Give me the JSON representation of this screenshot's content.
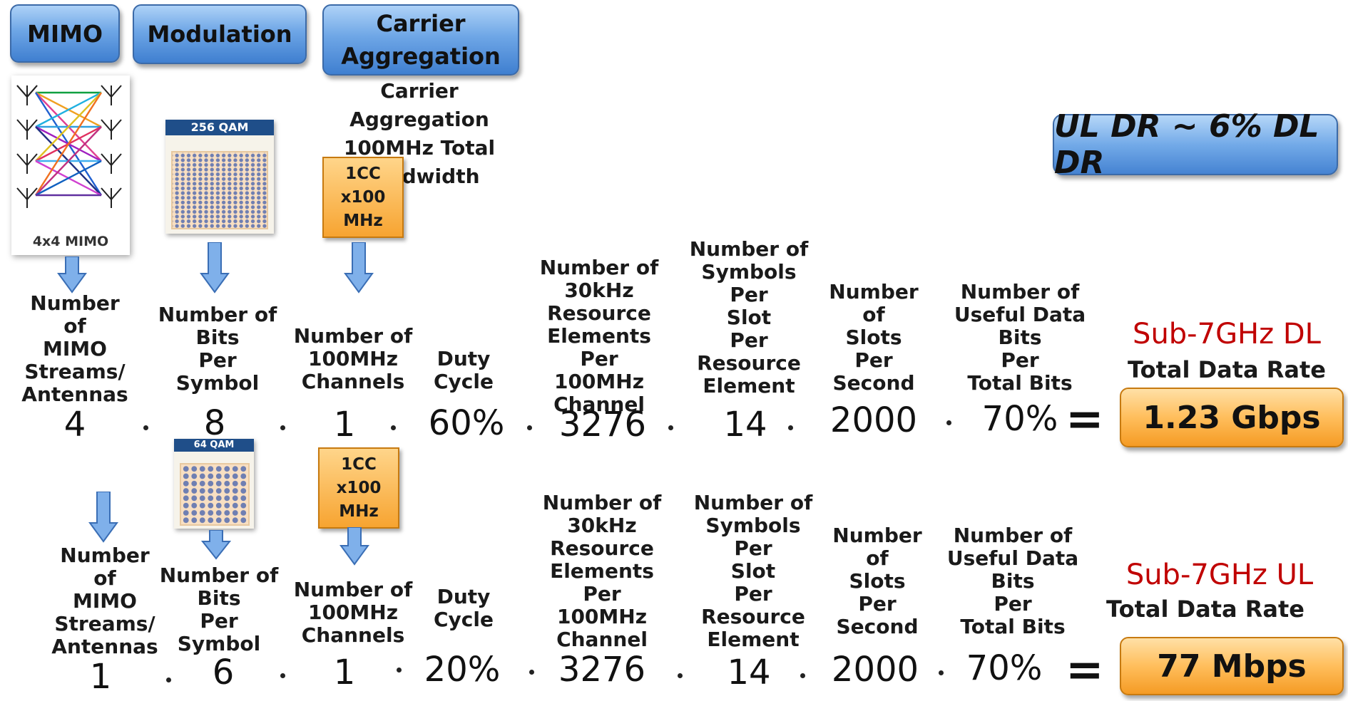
{
  "tabs": {
    "mimo": "MIMO",
    "modulation": "Modulation",
    "ca_line1": "Carrier",
    "ca_line2": "Aggregation"
  },
  "mimo_image": {
    "caption": "4x4 MIMO"
  },
  "ca_text": "Carrier Aggregation\n100MHz Total\nBandwidth",
  "ul_note": "UL DR ~ 6% DL DR",
  "dl": {
    "qam_label": "256 QAM",
    "cc_box": "1CC\nx100\nMHz",
    "labels": {
      "mimo": "Number\nof\nMIMO\nStreams/\nAntennas",
      "bits": "Number of\nBits\nPer\nSymbol",
      "channels": "Number of\n100MHz\nChannels",
      "duty": "Duty\nCycle",
      "re": "Number of\n30kHz\nResource\nElements\nPer\n100MHz Channel",
      "symbols": "Number of\nSymbols\nPer\nSlot\nPer\nResource\nElement",
      "slots": "Number\nof\nSlots\nPer\nSecond",
      "useful": "Number of\nUseful Data\nBits\nPer\nTotal Bits"
    },
    "values": {
      "mimo": "4",
      "bits": "8",
      "channels": "1",
      "duty": "60%",
      "re": "3276",
      "symbols": "14",
      "slots": "2000",
      "useful": "70%"
    },
    "equals": "=",
    "title": "Sub-7GHz DL",
    "subtitle": "Total Data Rate",
    "result": "1.23 Gbps"
  },
  "ul": {
    "qam_label": "64 QAM",
    "cc_box": "1CC\nx100\nMHz",
    "labels": {
      "mimo": "Number\nof\nMIMO\nStreams/\nAntennas",
      "bits": "Number of\nBits\nPer\nSymbol",
      "channels": "Number of\n100MHz\nChannels",
      "duty": "Duty\nCycle",
      "re": "Number of\n30kHz\nResource\nElements\nPer\n100MHz Channel",
      "symbols": "Number of\nSymbols\nPer\nSlot\nPer\nResource\nElement",
      "slots": "Number\nof\nSlots\nPer\nSecond",
      "useful": "Number of\nUseful Data\nBits\nPer\nTotal Bits"
    },
    "values": {
      "mimo": "1",
      "bits": "6",
      "channels": "1",
      "duty": "20%",
      "re": "3276",
      "symbols": "14",
      "slots": "2000",
      "useful": "70%"
    },
    "equals": "=",
    "title": "Sub-7GHz UL",
    "subtitle": "Total Data Rate",
    "result": "77 Mbps"
  },
  "colors": {
    "tab_blue": "#5b95dc",
    "result_orange": "#f7a431",
    "title_red": "#c00000",
    "qam_header": "#1f4e89"
  }
}
